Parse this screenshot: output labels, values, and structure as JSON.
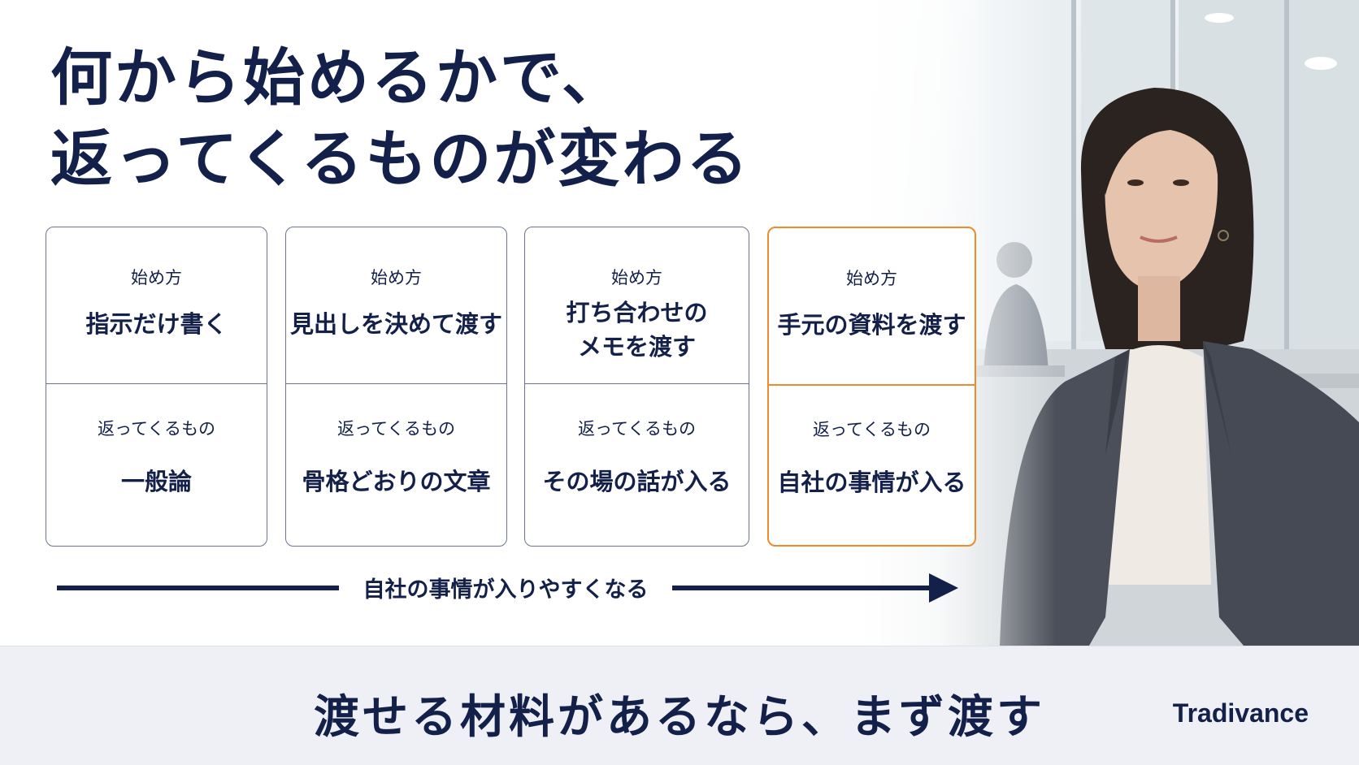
{
  "headline": {
    "line1": "何から始めるかで、",
    "line2": "返ってくるものが変わる"
  },
  "cards": [
    {
      "start_label": "始め方",
      "start_value": "指示だけ書く",
      "result_label": "返ってくるもの",
      "result_value": "一般論"
    },
    {
      "start_label": "始め方",
      "start_value": "見出しを決めて渡す",
      "result_label": "返ってくるもの",
      "result_value": "骨格どおりの文章"
    },
    {
      "start_label": "始め方",
      "start_value_line1": "打ち合わせの",
      "start_value_line2": "メモを渡す",
      "result_label": "返ってくるもの",
      "result_value": "その場の話が入る"
    },
    {
      "start_label": "始め方",
      "start_value": "手元の資料を渡す",
      "result_label": "返ってくるもの",
      "result_value": "自社の事情が入る"
    }
  ],
  "arrow": {
    "label": "自社の事情が入りやすくなる"
  },
  "banner": {
    "text": "渡せる材料があるなら、まず渡す",
    "brand": "Tradivance"
  },
  "colors": {
    "navy": "#13204a",
    "highlight_border": "#f08a2c",
    "card_border": "#6b7390",
    "banner_background": "#eef0f5"
  },
  "icons": {
    "arrow": "right-arrow-icon"
  }
}
